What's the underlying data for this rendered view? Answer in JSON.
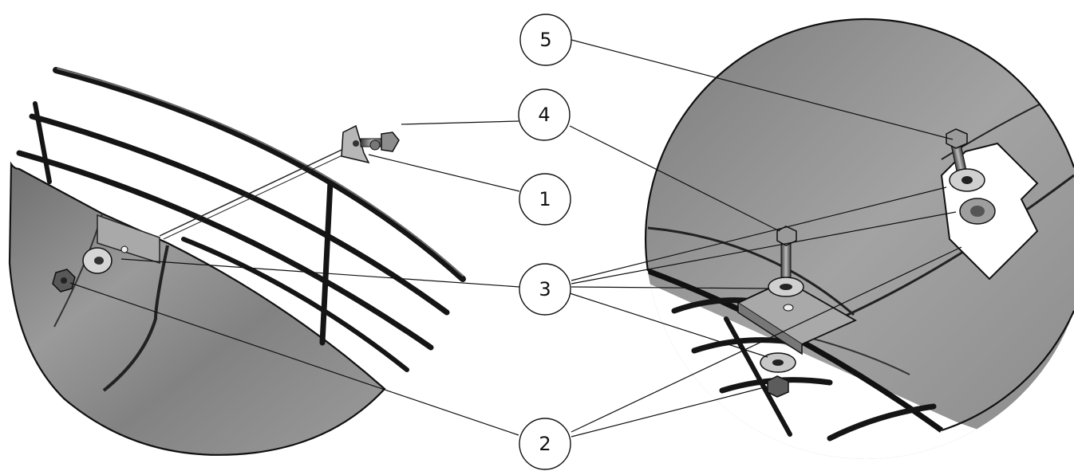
{
  "diagram": {
    "callouts": [
      {
        "id": "callout-1",
        "label": "1"
      },
      {
        "id": "callout-2",
        "label": "2"
      },
      {
        "id": "callout-3",
        "label": "3"
      },
      {
        "id": "callout-4",
        "label": "4"
      },
      {
        "id": "callout-5",
        "label": "5"
      }
    ]
  },
  "colors": {
    "background": "#ffffff",
    "panel_gray": "#8e8e8e",
    "panel_dark": "#5e5e5e",
    "rail": "#151515",
    "line": "#111111"
  }
}
